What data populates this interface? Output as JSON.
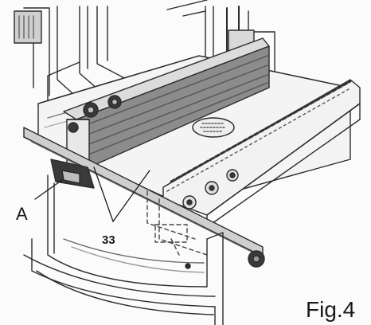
{
  "figure": {
    "caption": "Fig.4",
    "callouts": {
      "part_a": "A",
      "part_33": "33"
    },
    "colors": {
      "line": "#2b2b2b",
      "shade": "#8c8c8c",
      "dark": "#3a3a3a",
      "paper": "#fbfbfb"
    }
  }
}
